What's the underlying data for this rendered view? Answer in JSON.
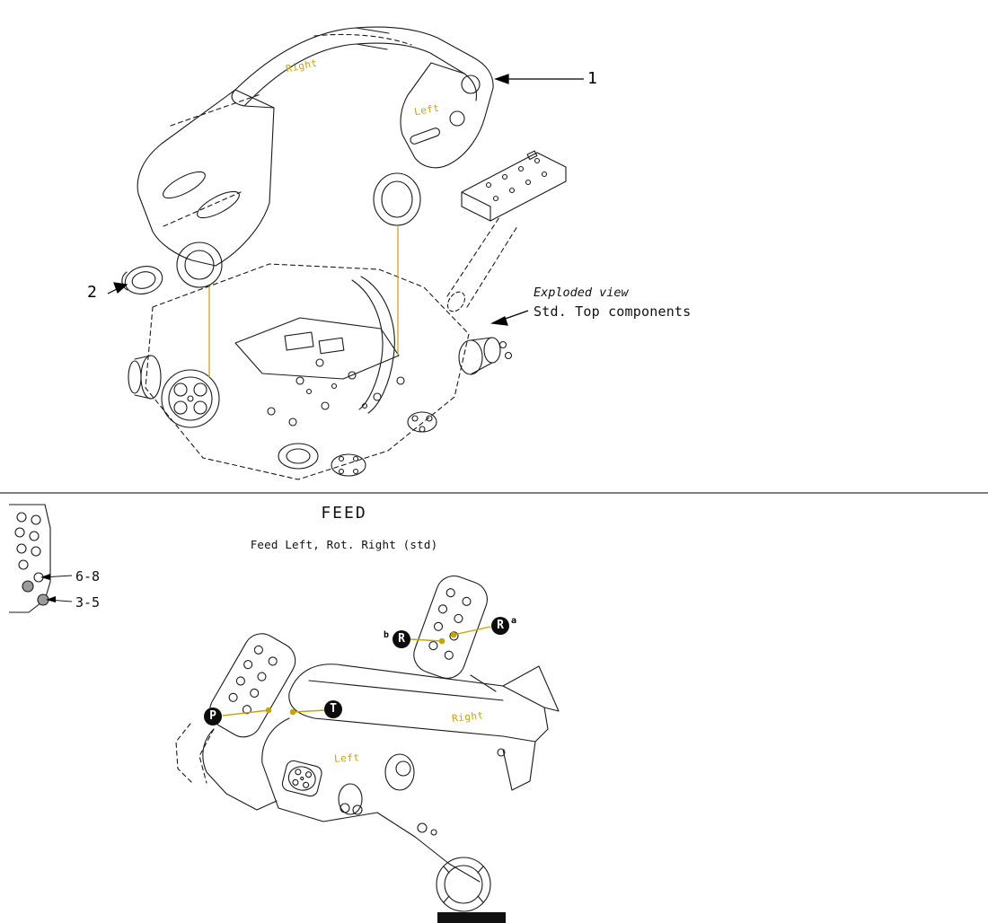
{
  "page": {
    "background": "#ffffff",
    "line_color": "#1a1a1a",
    "accent_color": "#c9a300",
    "divider_color": "#555555"
  },
  "exploded_view": {
    "callout_1": "1",
    "callout_2": "2",
    "caption_italic": "Exploded view",
    "caption_main": "Std. Top components",
    "drawing_label_right": "Right",
    "drawing_label_left": "Left"
  },
  "feed_section": {
    "title": "FEED",
    "subtitle": "Feed Left, Rot. Right (std)",
    "legend": {
      "upper_range": "6-8",
      "lower_range": "3-5"
    },
    "port_badges": {
      "rotation_a": {
        "letter": "R",
        "suffix": "a"
      },
      "rotation_b": {
        "letter": "R",
        "prefix": "b"
      },
      "pressure": "P",
      "tank": "T"
    },
    "drawing_label_right": "Right",
    "drawing_label_left": "Left"
  }
}
